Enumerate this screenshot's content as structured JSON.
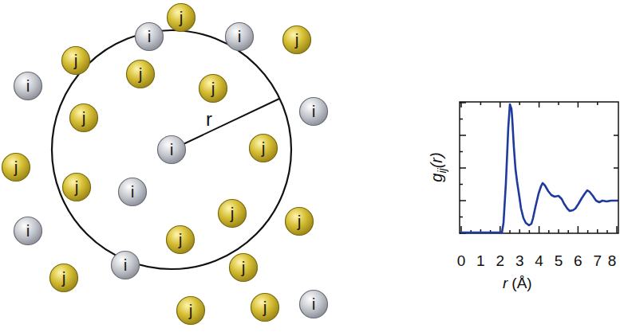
{
  "diagram": {
    "nodes": [
      {
        "text": [
          "j"
        ]
      },
      {
        "text": [
          "i"
        ]
      },
      {
        "text": [
          "i"
        ]
      },
      {
        "text": [
          "j"
        ]
      },
      {
        "text": [
          "j"
        ]
      },
      {
        "text": [
          "j"
        ]
      },
      {
        "text": [
          "i"
        ]
      },
      {
        "text": [
          "j"
        ]
      },
      {
        "text": [
          "i"
        ]
      },
      {
        "text": [
          "j"
        ]
      },
      {
        "text": [
          "i"
        ]
      },
      {
        "text": [
          "j"
        ]
      },
      {
        "text": [
          "j"
        ]
      },
      {
        "text": [
          "j"
        ]
      },
      {
        "text": [
          "i"
        ]
      },
      {
        "text": [
          "j"
        ]
      },
      {
        "text": [
          "j"
        ]
      },
      {
        "text": [
          "i"
        ]
      },
      {
        "text": [
          "j"
        ]
      },
      {
        "text": [
          "i"
        ]
      },
      {
        "text": [
          "j"
        ]
      },
      {
        "text": [
          "j"
        ]
      },
      {
        "text": [
          "j"
        ]
      },
      {
        "text": [
          "j"
        ]
      },
      {
        "text": [
          "i"
        ]
      }
    ],
    "labels": [
      "r",
      "0",
      "1",
      "2",
      "3",
      "4",
      "5",
      "6",
      "7",
      "8",
      "g",
      "ij",
      "(r)",
      "r",
      "(Å)"
    ]
  }
}
